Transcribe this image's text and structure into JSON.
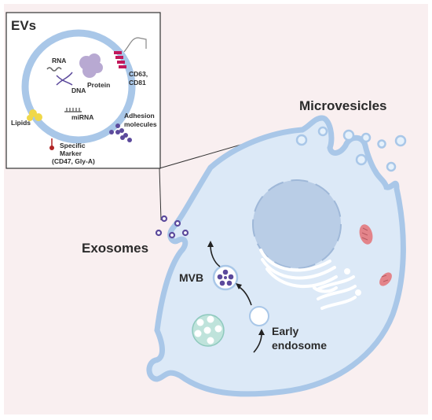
{
  "inset": {
    "title": "EVs",
    "labels": {
      "rna": "RNA",
      "dna": "DNA",
      "protein": "Protein",
      "cd63": "CD63,",
      "cd81": "CD81",
      "mirna": "miRNA",
      "lipids": "Lipids",
      "adhesion1": "Adhesion",
      "adhesion2": "molecules",
      "marker1": "Specific",
      "marker2": "Marker",
      "marker3": "(CD47, Gly-A)"
    }
  },
  "cell": {
    "microvesicles": "Microvesicles",
    "exosomes": "Exosomes",
    "mvb": "MVB",
    "early1": "Early",
    "early2": "endosome"
  },
  "colors": {
    "background": "#f9eff0",
    "membrane": "#a9c7e8",
    "cytoplasm": "#dce9f7",
    "nucleus": "#b9cde6",
    "exosome_dot": "#5c4a9c",
    "mitochondria": "#e3848a",
    "lipid": "#f0d84a",
    "cd_protein": "#c2185b"
  }
}
